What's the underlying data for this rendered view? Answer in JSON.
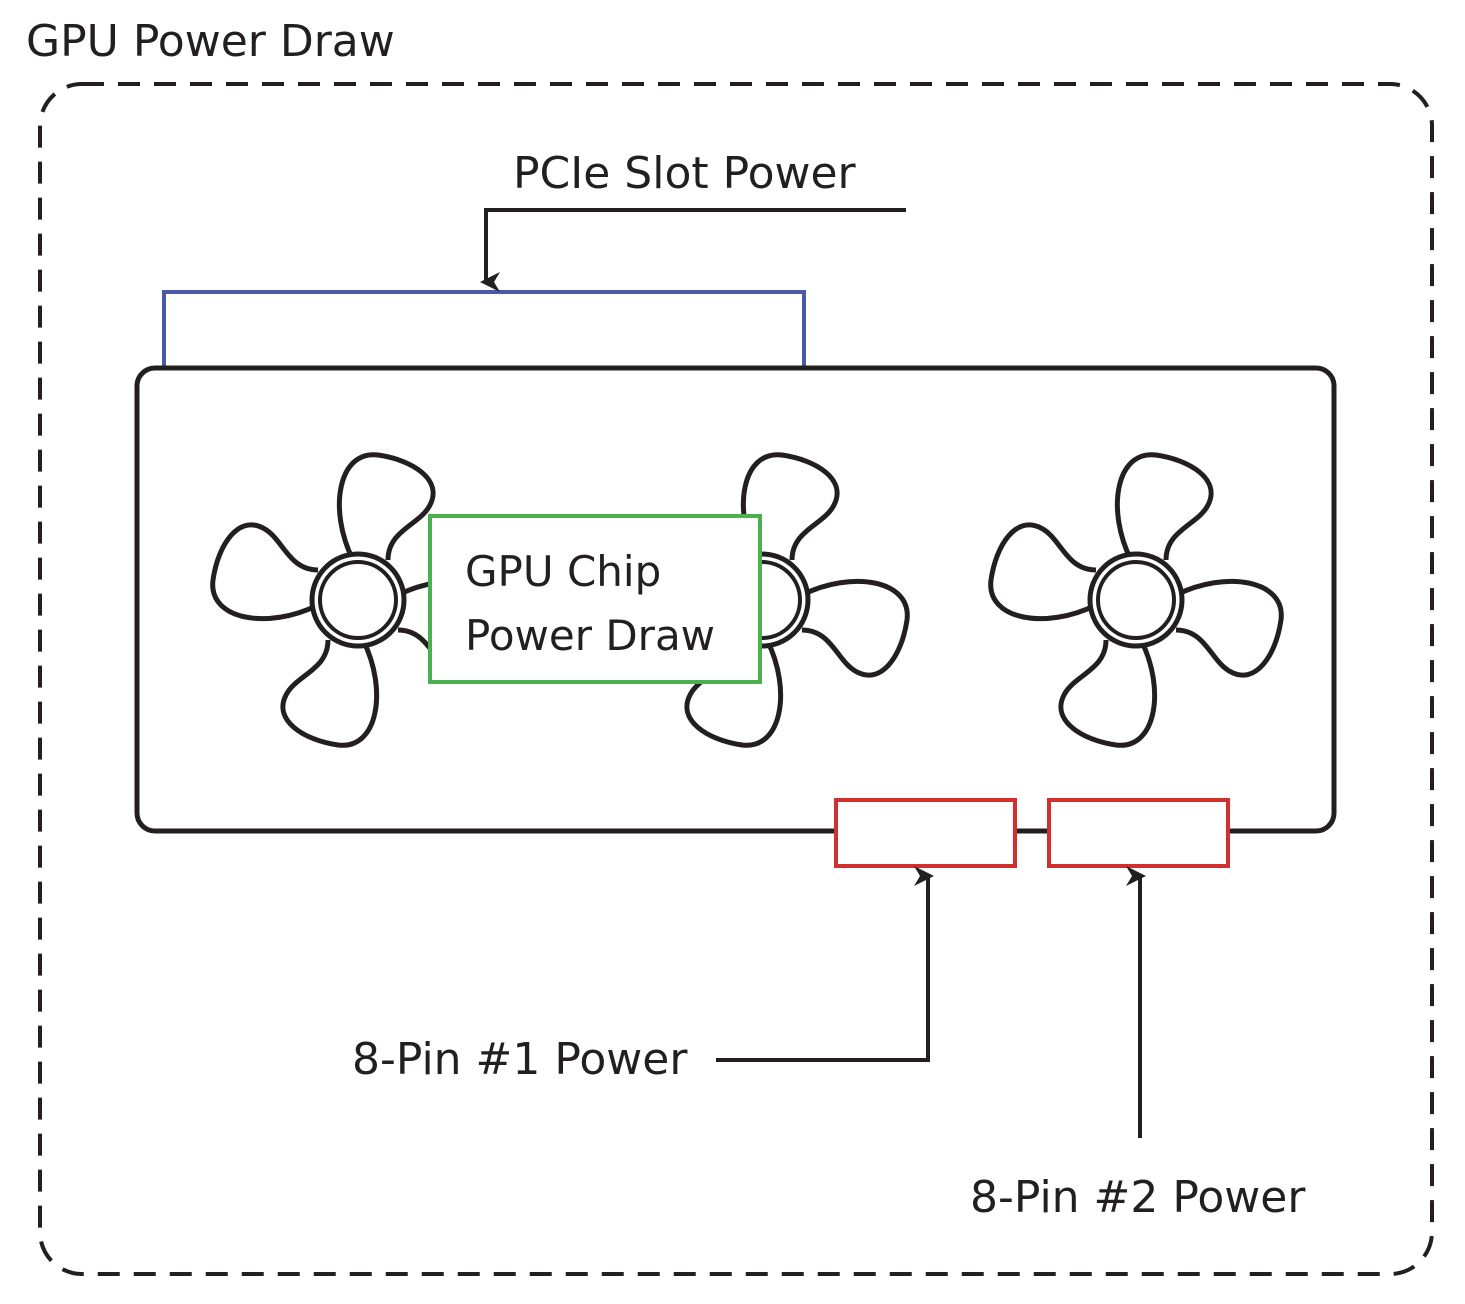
{
  "title": "GPU Power Draw",
  "labels": {
    "pcie_slot": "PCIe Slot Power",
    "gpu_chip_line1": "GPU Chip",
    "gpu_chip_line2": "Power Draw",
    "pin1": "8-Pin #1 Power",
    "pin2": "8-Pin #2 Power"
  },
  "colors": {
    "stroke": "#231f20",
    "pcie_slot": "#4b5aa8",
    "gpu_chip": "#4caf50",
    "power_connector": "#d32f2f"
  },
  "fan_count": 3
}
